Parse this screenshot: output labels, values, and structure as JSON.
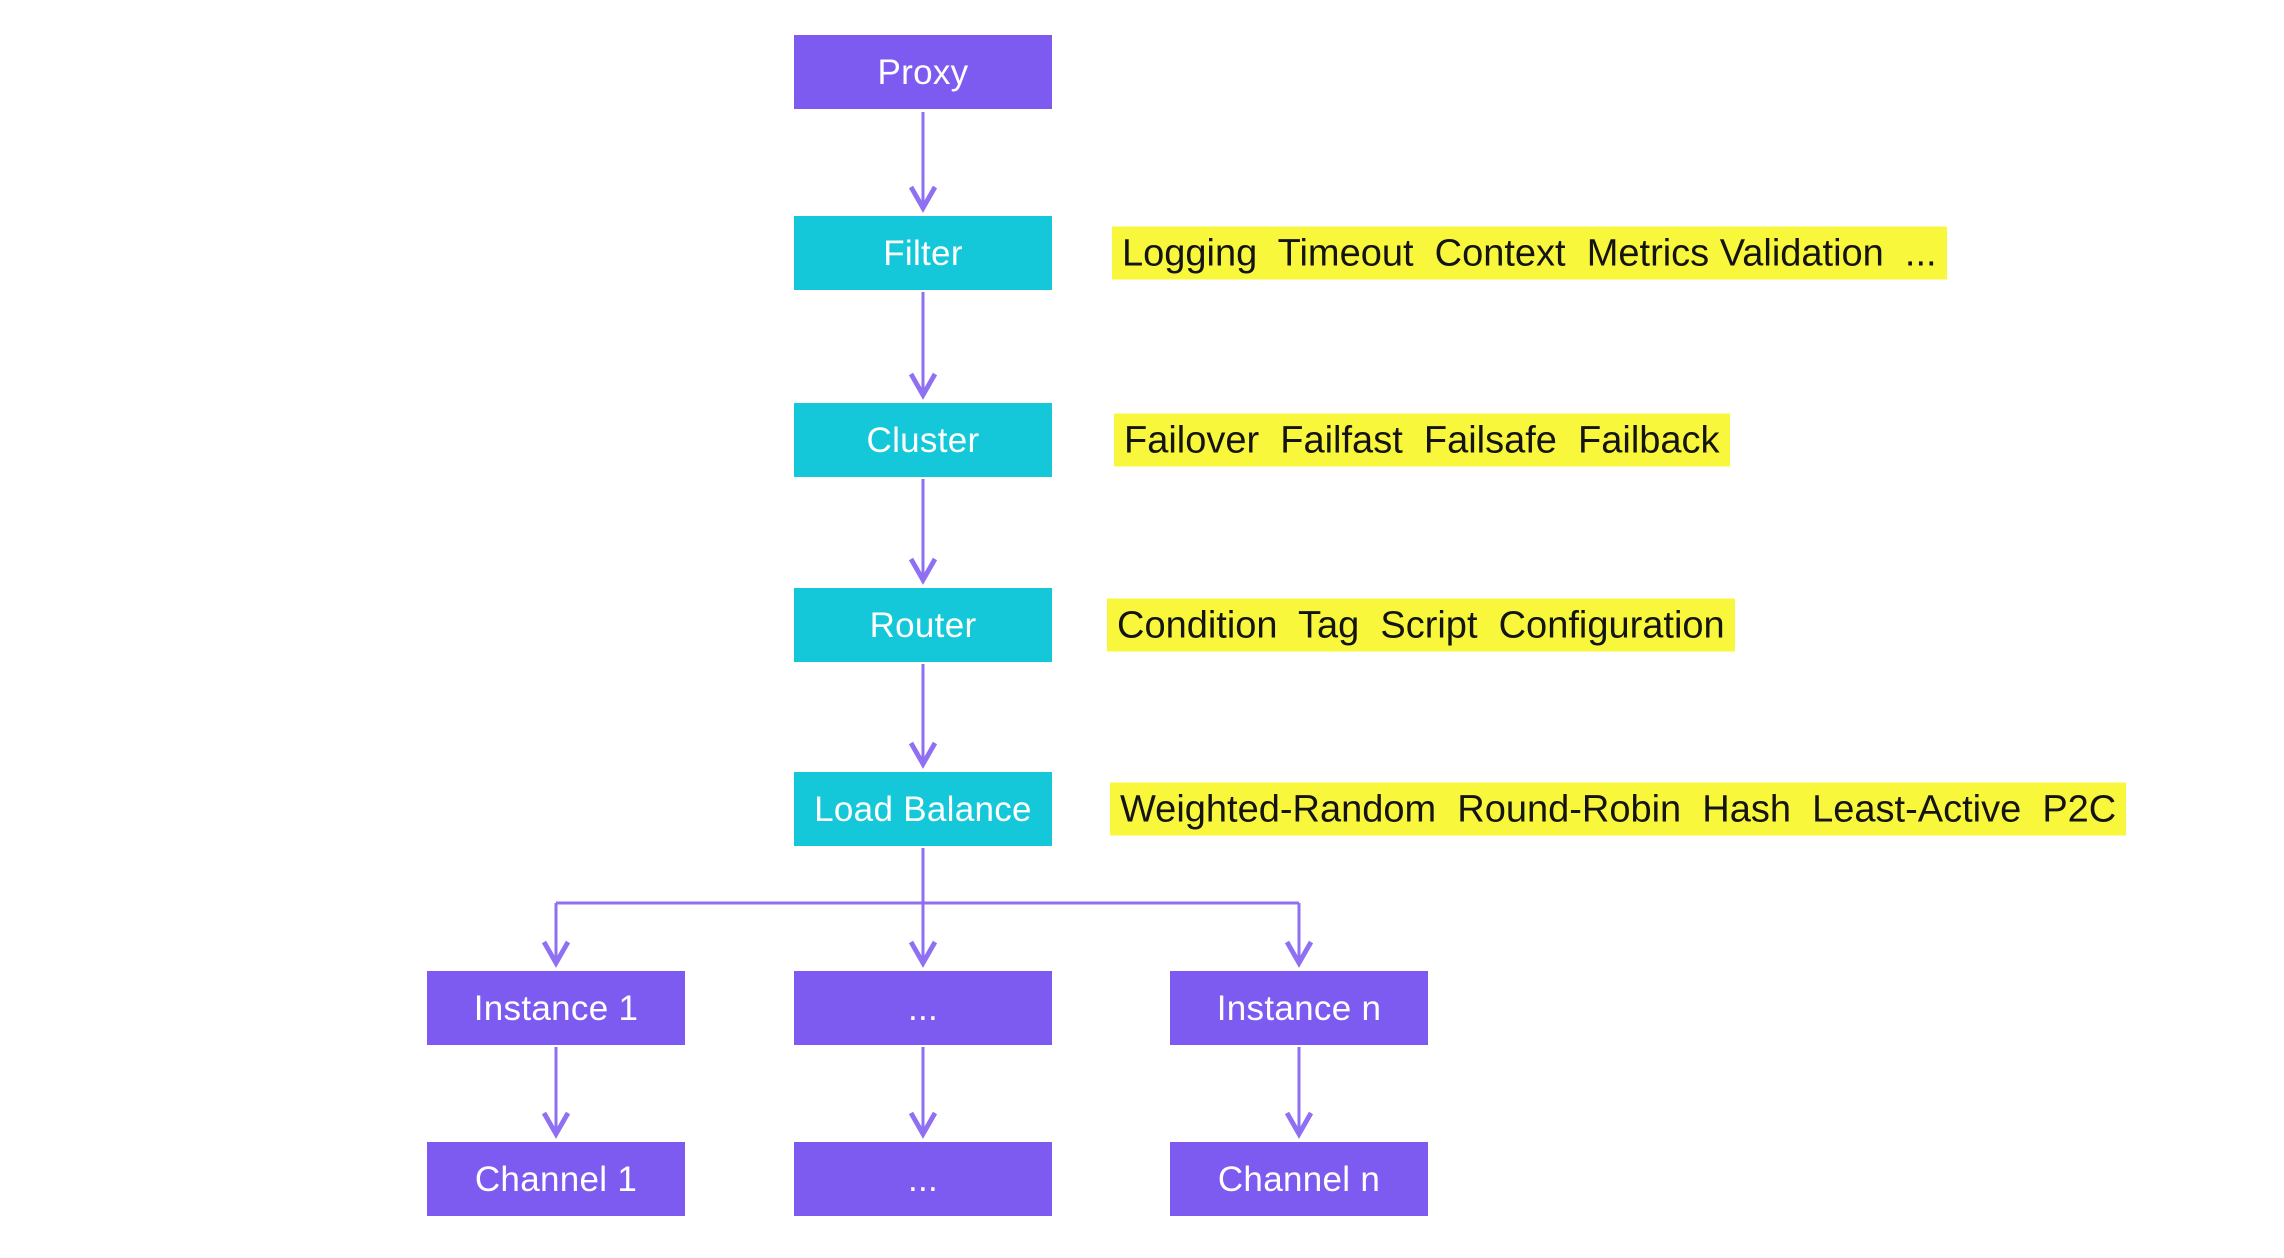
{
  "diagram": {
    "nodes": {
      "proxy": {
        "label": "Proxy"
      },
      "filter": {
        "label": "Filter"
      },
      "cluster": {
        "label": "Cluster"
      },
      "router": {
        "label": "Router"
      },
      "load_balance": {
        "label": "Load Balance"
      },
      "instance_1": {
        "label": "Instance 1"
      },
      "instance_mid": {
        "label": "..."
      },
      "instance_n": {
        "label": "Instance n"
      },
      "channel_1": {
        "label": "Channel 1"
      },
      "channel_mid": {
        "label": "..."
      },
      "channel_n": {
        "label": "Channel n"
      }
    },
    "annotations": {
      "filter": "Logging  Timeout  Context  Metrics Validation  ...",
      "cluster": "Failover  Failfast  Failsafe  Failback",
      "router": "Condition  Tag  Script  Configuration",
      "load_balance": "Weighted-Random  Round-Robin  Hash  Least-Active  P2C"
    },
    "colors": {
      "purple": "#7D5BF0",
      "cyan": "#14C8DA",
      "yellow": "#F8F73B",
      "arrow": "#8F6FF2",
      "text_light": "#FFFFFF",
      "text_dark": "#141414",
      "bg": "#FFFFFF"
    }
  }
}
